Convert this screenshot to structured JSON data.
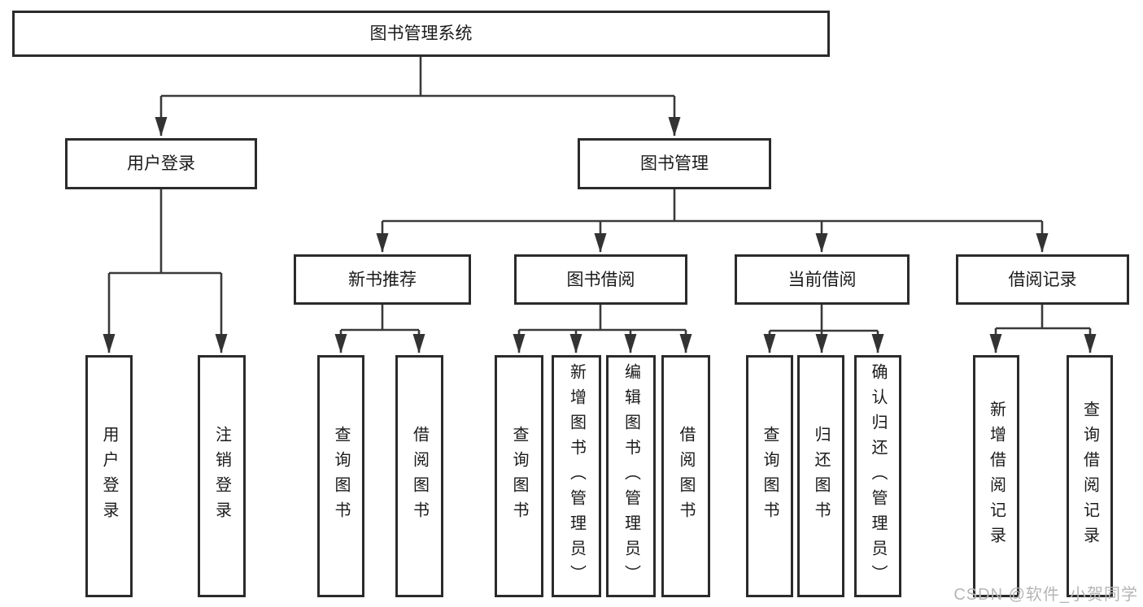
{
  "title": "图书管理系统",
  "tree": {
    "root": {
      "label": "图书管理系统",
      "children": [
        {
          "label": "用户登录",
          "children": [
            {
              "label": "用户登录"
            },
            {
              "label": "注销登录"
            }
          ]
        },
        {
          "label": "图书管理",
          "children": [
            {
              "label": "新书推荐",
              "children": [
                {
                  "label": "查询图书"
                },
                {
                  "label": "借阅图书"
                }
              ]
            },
            {
              "label": "图书借阅",
              "children": [
                {
                  "label": "查询图书"
                },
                {
                  "label": "新增图书（管理员）"
                },
                {
                  "label": "编辑图书（管理员）"
                },
                {
                  "label": "借阅图书"
                }
              ]
            },
            {
              "label": "当前借阅",
              "children": [
                {
                  "label": "查询图书"
                },
                {
                  "label": "归还图书"
                },
                {
                  "label": "确认归还（管理员）"
                }
              ]
            },
            {
              "label": "借阅记录",
              "children": [
                {
                  "label": "新增借阅记录"
                },
                {
                  "label": "查询借阅记录"
                }
              ]
            }
          ]
        }
      ]
    }
  },
  "watermark": {
    "text": "CSDN @软件_小贺同学"
  },
  "colors": {
    "line": "#3a3a3a",
    "box_border": "#2b2b2b",
    "box_fill": "#ffffff",
    "text": "#1a1a1a",
    "watermark": "#b5b5b5",
    "background": "#ffffff"
  }
}
